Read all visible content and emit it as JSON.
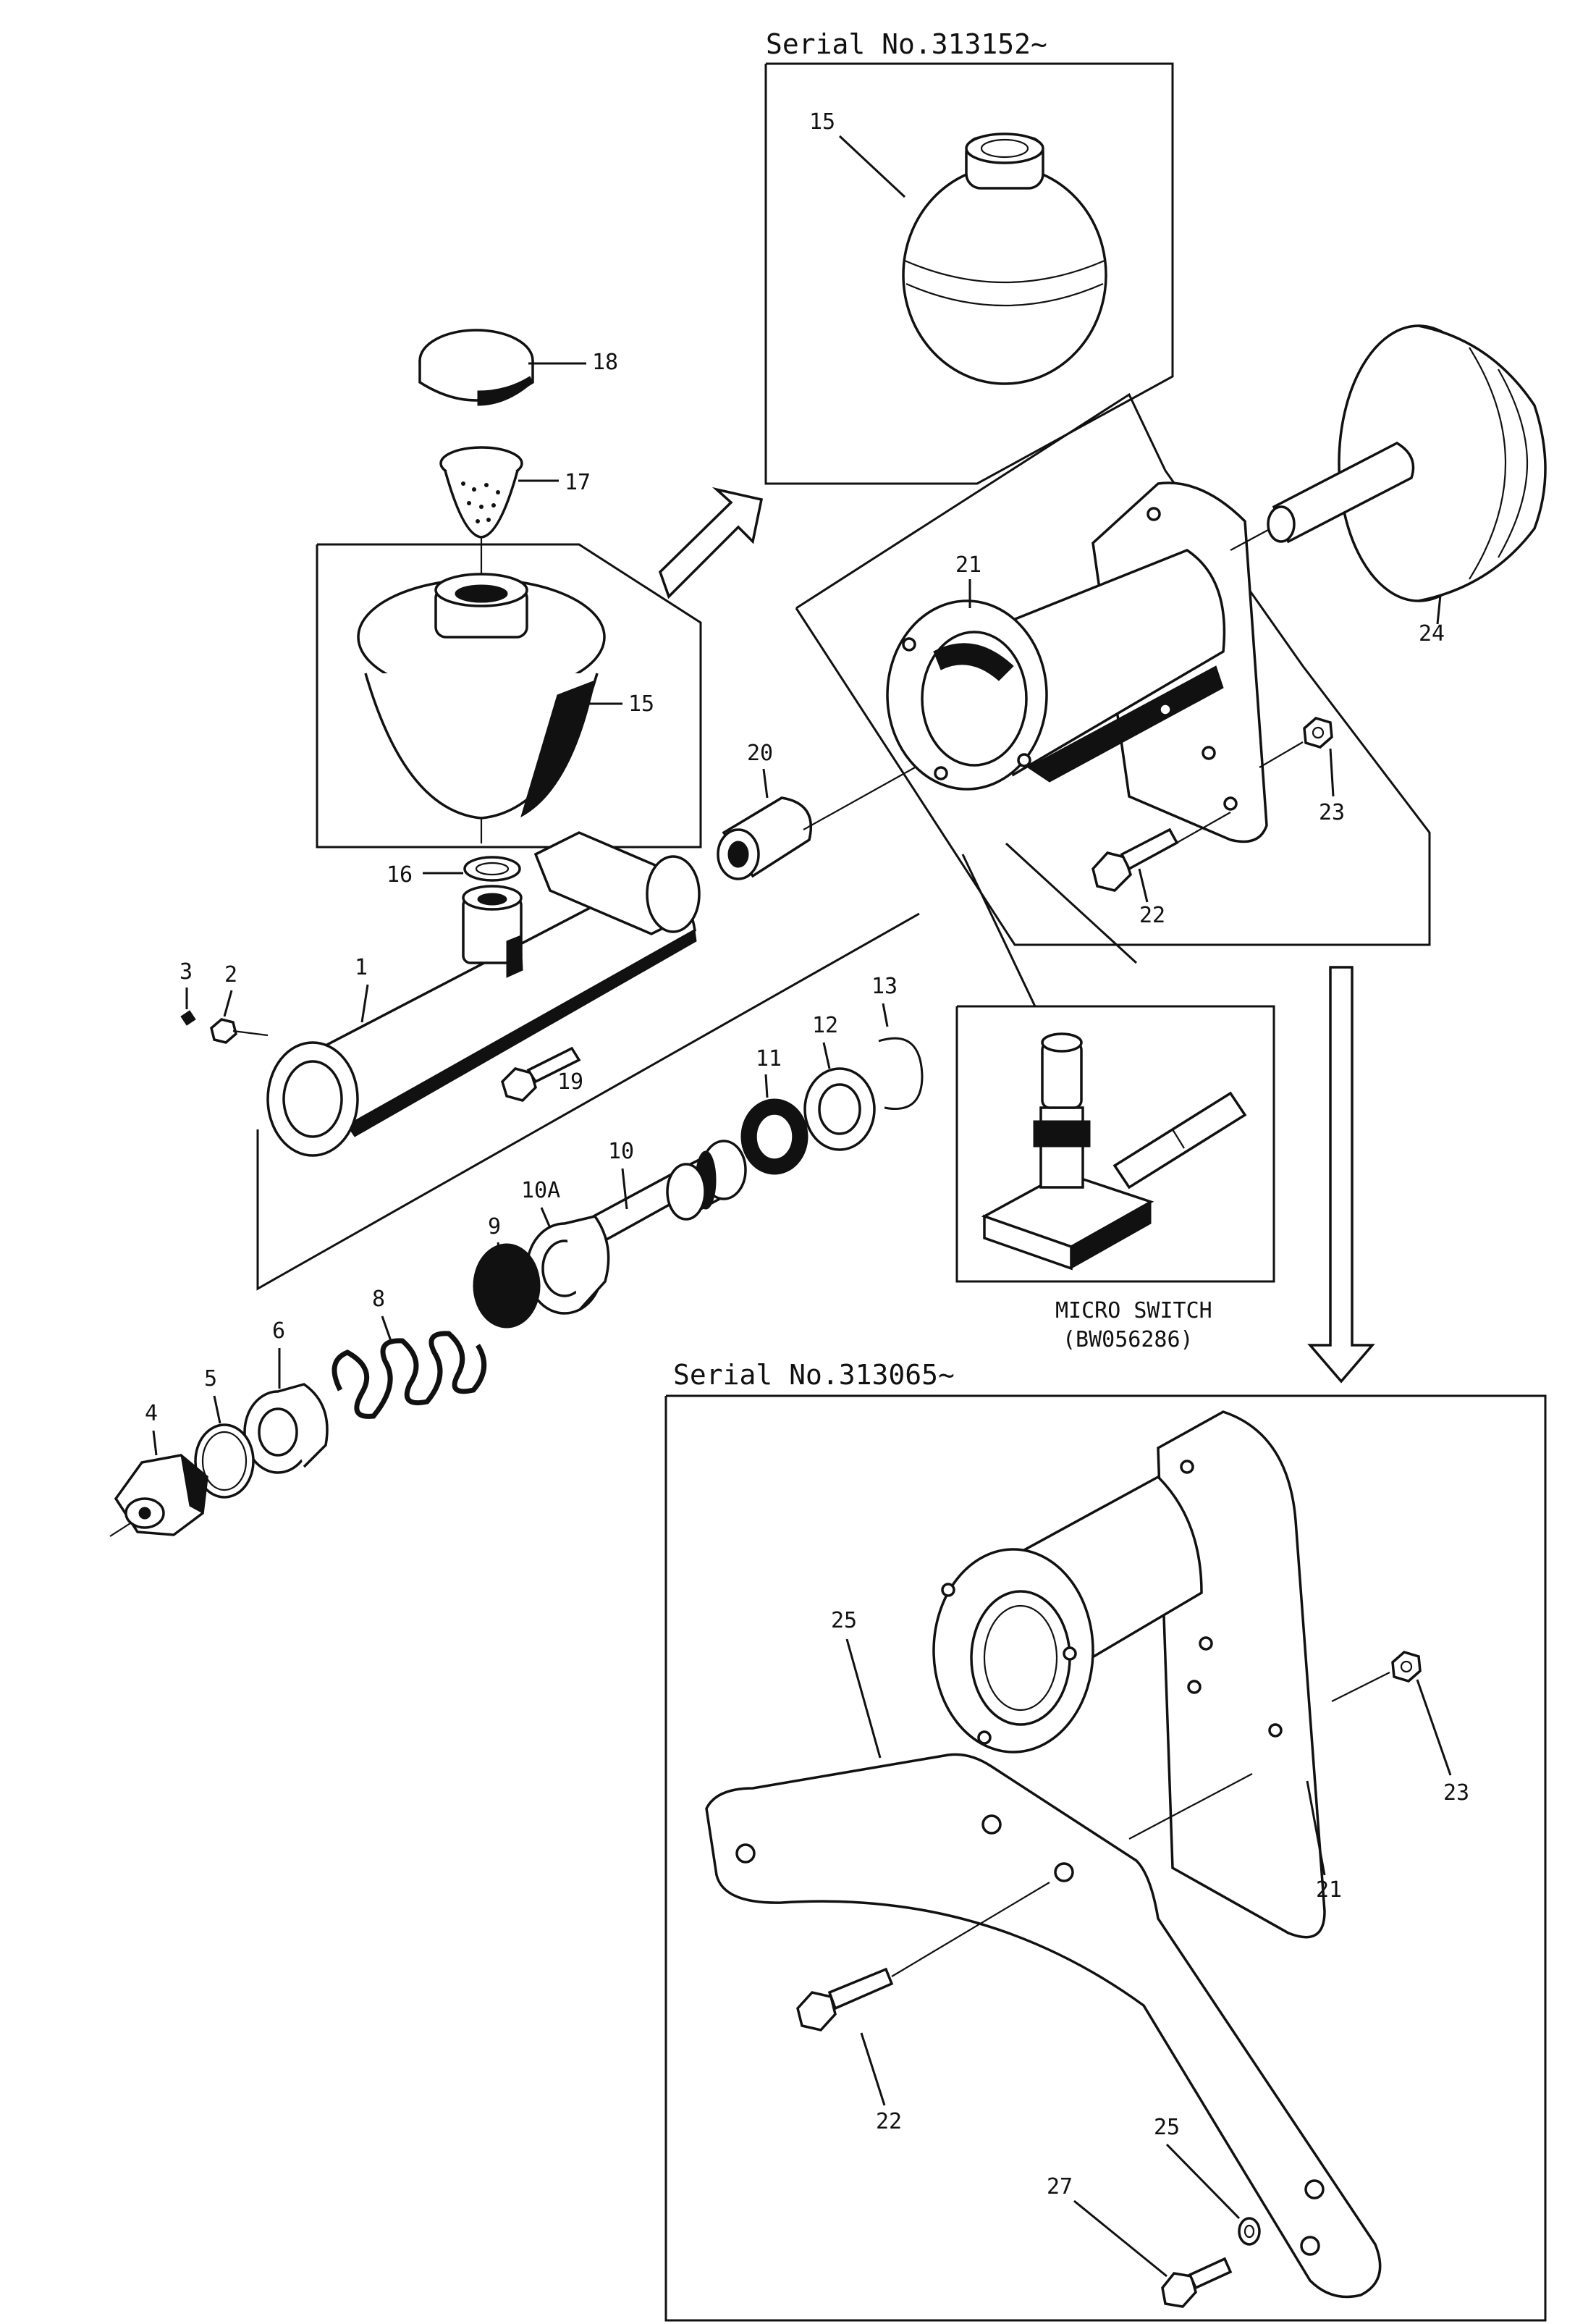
{
  "inset_top": {
    "header": "Serial No.313152~",
    "labels": [
      "15"
    ]
  },
  "inset_bottom": {
    "header": "Serial No.313065~",
    "labels": [
      "25",
      "23",
      "21",
      "22",
      "25",
      "27"
    ]
  },
  "micro_switch": {
    "title": "MICRO SWITCH",
    "part_no": "(BW056286)"
  },
  "callouts": [
    "18",
    "17",
    "15",
    "16",
    "20",
    "21",
    "24",
    "23",
    "22",
    "3",
    "2",
    "1",
    "19",
    "11",
    "12",
    "13",
    "10",
    "10A",
    "9",
    "8",
    "6",
    "5",
    "4"
  ]
}
